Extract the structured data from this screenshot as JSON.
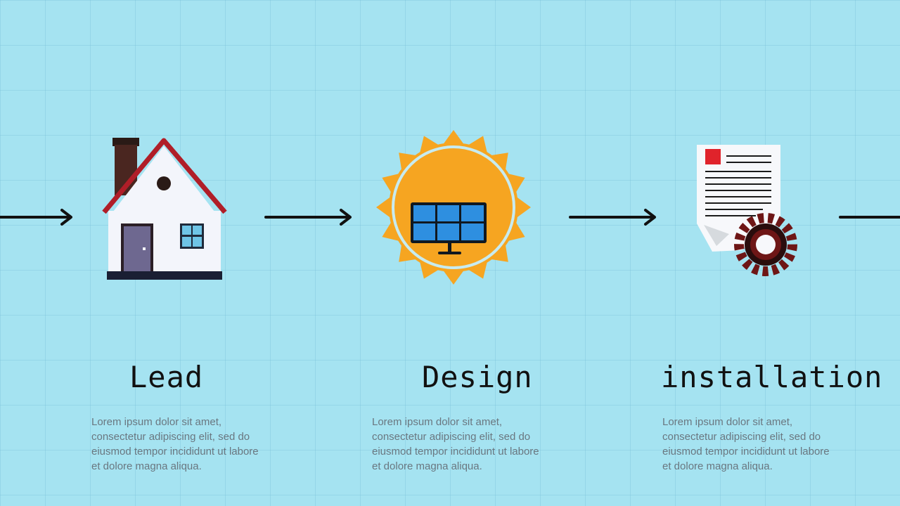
{
  "colors": {
    "background": "#a5e3f1",
    "arrow": "#111111",
    "title_text": "#111111",
    "body_text": "#6a7780",
    "roof": "#b01e28",
    "sun": "#f6a521",
    "panel": "#2e8fe0",
    "gear": "#6e1616"
  },
  "steps": [
    {
      "title": "Lead",
      "icon": "house-icon",
      "desc": [
        "Lorem ipsum dolor sit amet,",
        "consectetur adipiscing elit, sed do",
        "eiusmod tempor incididunt ut labore",
        "et dolore magna aliqua."
      ]
    },
    {
      "title": "Design",
      "icon": "solar-panel-sun-icon",
      "desc": [
        "Lorem ipsum dolor sit amet,",
        "consectetur adipiscing elit, sed do",
        "eiusmod tempor incididunt ut labore",
        "et dolore magna aliqua."
      ]
    },
    {
      "title": "installation",
      "icon": "document-gear-icon",
      "desc": [
        "Lorem ipsum dolor sit amet,",
        "consectetur adipiscing elit, sed do",
        "eiusmod tempor incididunt ut labore",
        "et dolore magna aliqua."
      ]
    }
  ]
}
